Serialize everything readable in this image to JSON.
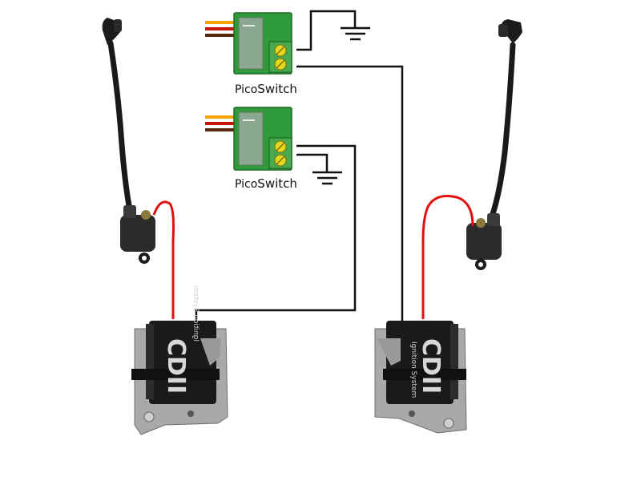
{
  "pico_switch_top": {
    "label_prefix": "Pico",
    "label_suffix": "Switch",
    "board_color": "#2f9a3a",
    "lead_colors": [
      "#f4a300",
      "#c8140a",
      "#5a2a10"
    ]
  },
  "pico_switch_bottom": {
    "label_prefix": "Pico",
    "label_suffix": "Switch",
    "board_color": "#2f9a3a",
    "lead_colors": [
      "#f4a300",
      "#c8140a",
      "#5a2a10"
    ]
  },
  "cdi_left": {
    "brand": "CDII",
    "subtitle": "Ignition System",
    "body_color": "#1a1a1a",
    "mount_color": "#a9a9a9"
  },
  "cdi_right": {
    "brand": "CDII",
    "subtitle": "Ignition System",
    "body_color": "#1a1a1a",
    "mount_color": "#a9a9a9"
  },
  "ignition_coil_left": {
    "icon": "ignition-coil-icon",
    "lead_color": "#e01010"
  },
  "ignition_coil_right": {
    "icon": "ignition-coil-icon",
    "lead_color": "#e01010"
  },
  "ground_symbols": [
    "ground-icon",
    "ground-icon"
  ],
  "wire_color": "#111111"
}
